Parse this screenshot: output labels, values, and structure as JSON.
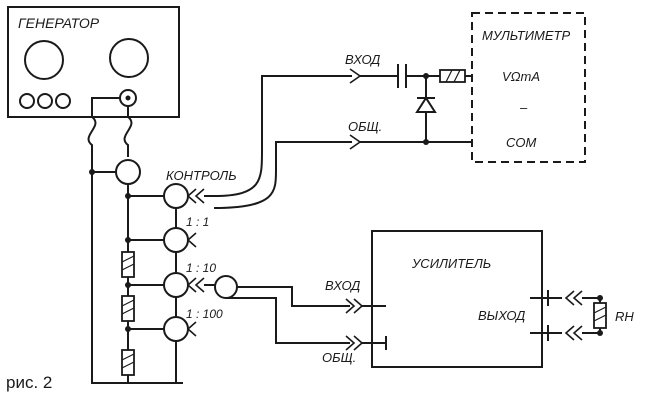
{
  "figure_caption": "рис. 2",
  "generator": {
    "title": "ГЕНЕРАТОР"
  },
  "multimeter": {
    "title": "МУЛЬТИМЕТР",
    "input_label": "VΩmA",
    "minus_label": "–",
    "com_label": "COM"
  },
  "amplifier": {
    "title": "УСИЛИТЕЛЬ",
    "output_label": "ВЫХОД",
    "load_label": "RH"
  },
  "signal_lines": {
    "meter_input": "ВХОД",
    "meter_common": "ОБЩ.",
    "amp_input": "ВХОД",
    "amp_common": "ОБЩ."
  },
  "attenuator": {
    "control_label": "КОНТРОЛЬ",
    "ratio_1": "1 : 1",
    "ratio_10": "1 : 10",
    "ratio_100": "1 : 100"
  }
}
